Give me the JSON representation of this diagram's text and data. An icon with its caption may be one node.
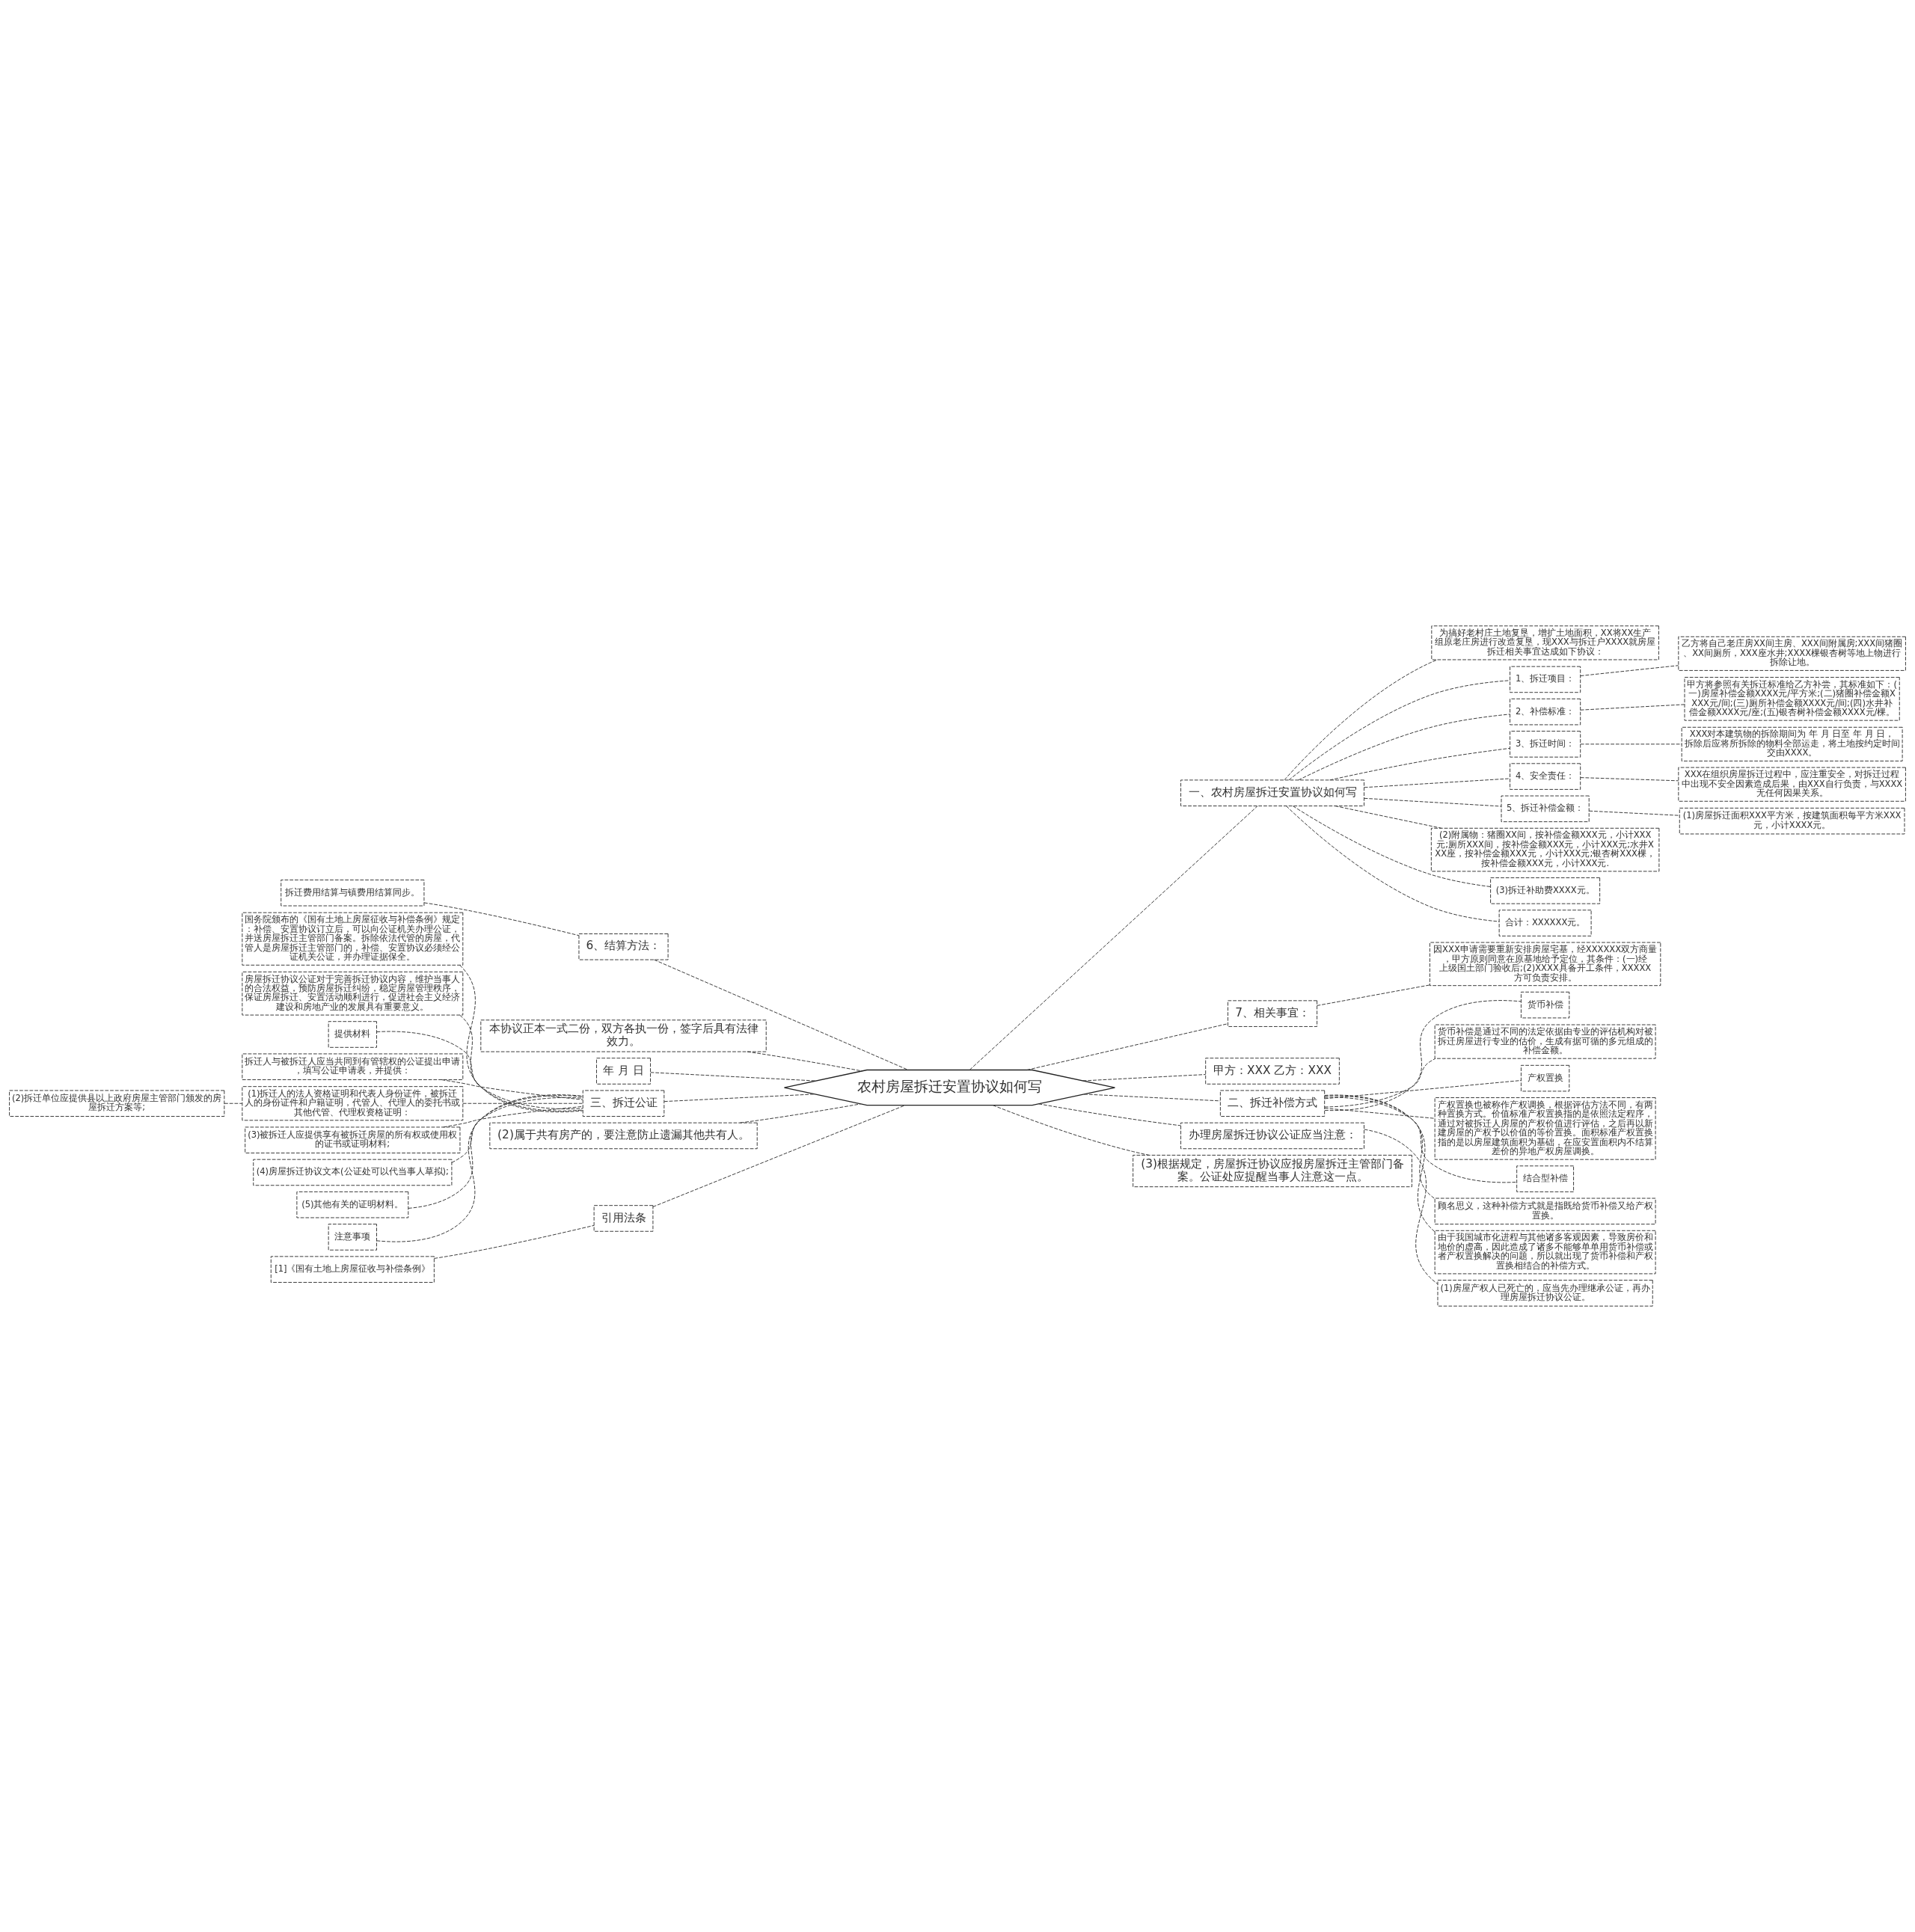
{
  "diagram": {
    "nodes": [
      {
        "text": [
          "农村房屋拆迁安置协议如何写"
        ]
      },
      {
        "text": [
          "一、农村房屋拆迁安置协议如何写"
        ]
      },
      {
        "text": [
          "为搞好老村庄土地复垦，增扩土地面积，XX将XX生产组原老庄房进行改造复垦，现XXX与拆迁户XXXX就房屋拆迁相关事宜达成如下协议："
        ]
      },
      {
        "text": [
          "1、拆迁项目："
        ]
      },
      {
        "text": [
          "乙方将自己老庄房XX间主房、XXX间附属房;XXX间猪圈、XX间厕所，XXX座水井;XXXX棵银杏树等地上物进行拆除让地。"
        ]
      },
      {
        "text": [
          "2、补偿标准："
        ]
      },
      {
        "text": [
          "甲方将参照有关拆迁标准给乙方补尝，其标准如下：(一)房屋补偿金额XXXX元/平方米;(二)猪圈补偿金额XXXX元/间;(三)厕所补偿金额XXXX元/间;(四)水井补偿金额XXXX元/座;(五)银杏树补偿金额XXXX元/棵。"
        ]
      },
      {
        "text": [
          "3、拆迁时间："
        ]
      },
      {
        "text": [
          "XXX对本建筑物的拆除期间为 年 月 日至 年 月 日，拆除后应将所拆除的物料全部运走，将土地按约定时间交由XXXX。"
        ]
      },
      {
        "text": [
          "4、安全责任："
        ]
      },
      {
        "text": [
          "XXX在组织房屋拆迁过程中，应注重安全，对拆迁过程中出现不安全因素造成后果，由XXX自行负责，与XXXX无任何因果关系。"
        ]
      },
      {
        "text": [
          "5、拆迁补偿金额："
        ]
      },
      {
        "text": [
          "(1)房屋拆迁面积XXX平方米，按建筑面积每平方米XXX元，小计XXXX元。"
        ]
      },
      {
        "text": [
          "(2)附属物：猪圈XX间，按补偿金额XXX元，小计XXX元;厕所XXX间，按补偿金额XXX元，小计XXX元;水井XXX座，按补偿金额XXX元，小计XXX元;银杏树XXX棵，按补偿金额XXX元，小计XXX元."
        ]
      },
      {
        "text": [
          "(3)拆迁补助费XXXX元。"
        ]
      },
      {
        "text": [
          "合计：XXXXXX元。"
        ]
      },
      {
        "text": [
          "7、相关事宜："
        ]
      },
      {
        "text": [
          "因XXX申请需要重新安排房屋宅基，经XXXXXX双方商量，甲方原则同意在原基地给予定位，其条件：(一)经上级国土部门验收后;(2)XXXX具备开工条件，XXXXX方可负责安排。"
        ]
      },
      {
        "text": [
          "甲方：XXX 乙方：XXX"
        ]
      },
      {
        "text": [
          "二、拆迁补偿方式"
        ]
      },
      {
        "text": [
          "货币补偿"
        ]
      },
      {
        "text": [
          "货币补偿是通过不同的法定依据由专业的评估机构对被拆迁房屋进行专业的估价，生成有据可循的多元组成的补偿金额。"
        ]
      },
      {
        "text": [
          "产权置换"
        ]
      },
      {
        "text": [
          "产权置换也被称作产权调换，根据评估方法不同，有两种置换方式。价值标准产权置换指的是依照法定程序，通过对被拆迁人房屋的产权价值进行评估，之后再以新建房屋的产权予以价值的等价置换。面积标准产权置换指的是以房屋建筑面积为基础，在应安置面积内不结算差价的异地产权房屋调换。"
        ]
      },
      {
        "text": [
          "结合型补偿"
        ]
      },
      {
        "text": [
          "顾名思义，这种补偿方式就是指既给货币补偿又给产权置换。"
        ]
      },
      {
        "text": [
          "由于我国城市化进程与其他诸多客观因素，导致房价和地价的虚高，因此造成了诸多不能够单单用货币补偿或者产权置换解决的问题，所以就出现了货币补偿和产权置换相结合的补偿方式。"
        ]
      },
      {
        "text": [
          "办理房屋拆迁协议公证应当注意："
        ]
      },
      {
        "text": [
          "(1)房屋产权人已死亡的，应当先办理继承公证，再办理房屋拆迁协议公证。"
        ]
      },
      {
        "text": [
          "(3)根据规定，房屋拆迁协议应报房屋拆迁主管部门备案。公证处应提醒当事人注意这一点。"
        ]
      },
      {
        "text": [
          "6、结算方法："
        ]
      },
      {
        "text": [
          "拆迁费用结算与镇费用结算同步。"
        ]
      },
      {
        "text": [
          "本协议正本一式二份，双方各执一份，签字后具有法律效力。"
        ]
      },
      {
        "text": [
          "年 月 日"
        ]
      },
      {
        "text": [
          "三、拆迁公证"
        ]
      },
      {
        "text": [
          "国务院颁布的《国有土地上房屋征收与补偿条例》规定：补偿、安置协议订立后，可以向公证机关办理公证，并送房屋拆迁主管部门备案。拆除依法代管的房屋，代管人是房屋拆迁主管部门的，补偿、安置协议必须经公证机关公证，并办理证据保全。"
        ]
      },
      {
        "text": [
          "房屋拆迁协议公证对于完善拆迁协议内容，维护当事人的合法权益，预防房屋拆迁纠纷，稳定房屋管理秩序，保证房屋拆迁、安置活动顺利进行，促进社会主义经济建设和房地产业的发展具有重要意义。"
        ]
      },
      {
        "text": [
          "提供材料"
        ]
      },
      {
        "text": [
          "拆迁人与被拆迁人应当共同到有管辖权的公证提出申请，填写公证申请表，并提供："
        ]
      },
      {
        "text": [
          "(1)拆迁人的法人资格证明和代表人身份证件，被拆迁人的身份证件和户籍证明，代管人、代理人的委托书或其他代管、代理权资格证明："
        ]
      },
      {
        "text": [
          "(2)拆迁单位应提供县以上政府房屋主管部门颁发的房屋拆迁方案等;"
        ]
      },
      {
        "text": [
          "(3)被拆迁人应提供享有被拆迁房屋的所有权或使用权的证书或证明材料;"
        ]
      },
      {
        "text": [
          "(4)房屋拆迁协议文本(公证处可以代当事人草拟);"
        ]
      },
      {
        "text": [
          "(5)其他有关的证明材料。"
        ]
      },
      {
        "text": [
          "注意事项"
        ]
      },
      {
        "text": [
          "(2)属于共有房产的，要注意防止遗漏其他共有人。"
        ]
      },
      {
        "text": [
          "引用法条"
        ]
      },
      {
        "text": [
          "[1]《国有土地上房屋征收与补偿条例》"
        ]
      }
    ],
    "edges": [
      {
        "from": 0,
        "to": 1,
        "arrow": "none"
      },
      {
        "from": 1,
        "to": 2,
        "arrow": "none"
      },
      {
        "from": 1,
        "to": 3,
        "arrow": "none"
      },
      {
        "from": 3,
        "to": 4,
        "arrow": "none"
      },
      {
        "from": 1,
        "to": 5,
        "arrow": "none"
      },
      {
        "from": 5,
        "to": 6,
        "arrow": "none"
      },
      {
        "from": 1,
        "to": 7,
        "arrow": "none"
      },
      {
        "from": 7,
        "to": 8,
        "arrow": "none"
      },
      {
        "from": 1,
        "to": 9,
        "arrow": "none"
      },
      {
        "from": 9,
        "to": 10,
        "arrow": "none"
      },
      {
        "from": 1,
        "to": 11,
        "arrow": "none"
      },
      {
        "from": 11,
        "to": 12,
        "arrow": "none"
      },
      {
        "from": 1,
        "to": 13,
        "arrow": "none"
      },
      {
        "from": 1,
        "to": 14,
        "arrow": "none"
      },
      {
        "from": 1,
        "to": 15,
        "arrow": "none"
      },
      {
        "from": 0,
        "to": 16,
        "arrow": "none"
      },
      {
        "from": 16,
        "to": 17,
        "arrow": "none"
      },
      {
        "from": 0,
        "to": 18,
        "arrow": "none"
      },
      {
        "from": 0,
        "to": 19,
        "arrow": "none"
      },
      {
        "from": 19,
        "to": 20,
        "arrow": "none"
      },
      {
        "from": 19,
        "to": 21,
        "arrow": "none"
      },
      {
        "from": 19,
        "to": 22,
        "arrow": "none"
      },
      {
        "from": 19,
        "to": 23,
        "arrow": "none"
      },
      {
        "from": 19,
        "to": 24,
        "arrow": "none"
      },
      {
        "from": 19,
        "to": 25,
        "arrow": "none"
      },
      {
        "from": 19,
        "to": 26,
        "arrow": "none"
      },
      {
        "from": 0,
        "to": 27,
        "arrow": "none"
      },
      {
        "from": 27,
        "to": 28,
        "arrow": "none"
      },
      {
        "from": 0,
        "to": 29,
        "arrow": "none"
      },
      {
        "from": 0,
        "to": 30,
        "arrow": "none"
      },
      {
        "from": 30,
        "to": 31,
        "arrow": "none"
      },
      {
        "from": 0,
        "to": 32,
        "arrow": "none"
      },
      {
        "from": 0,
        "to": 33,
        "arrow": "none"
      },
      {
        "from": 0,
        "to": 34,
        "arrow": "none"
      },
      {
        "from": 34,
        "to": 35,
        "arrow": "none"
      },
      {
        "from": 34,
        "to": 36,
        "arrow": "none"
      },
      {
        "from": 34,
        "to": 37,
        "arrow": "none"
      },
      {
        "from": 34,
        "to": 38,
        "arrow": "none"
      },
      {
        "from": 34,
        "to": 39,
        "arrow": "none"
      },
      {
        "from": 39,
        "to": 40,
        "arrow": "none"
      },
      {
        "from": 34,
        "to": 41,
        "arrow": "none"
      },
      {
        "from": 34,
        "to": 42,
        "arrow": "none"
      },
      {
        "from": 34,
        "to": 43,
        "arrow": "none"
      },
      {
        "from": 34,
        "to": 44,
        "arrow": "none"
      },
      {
        "from": 0,
        "to": 45,
        "arrow": "none"
      },
      {
        "from": 0,
        "to": 46,
        "arrow": "none"
      },
      {
        "from": 46,
        "to": 47,
        "arrow": "none"
      }
    ]
  }
}
